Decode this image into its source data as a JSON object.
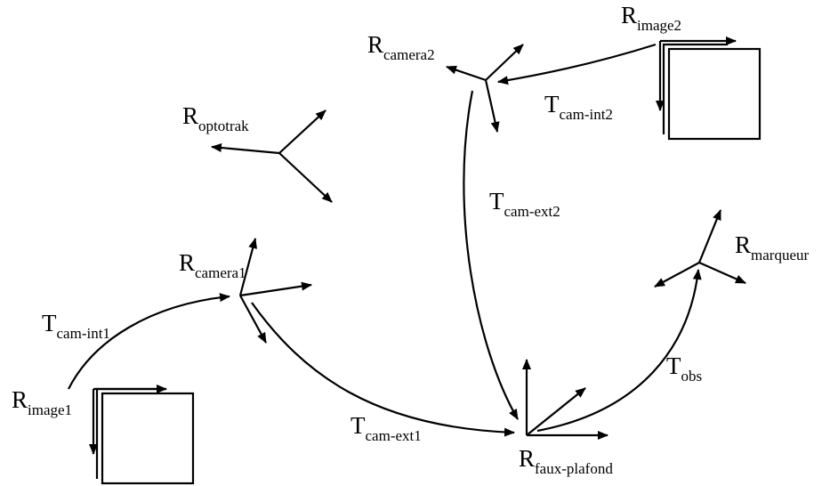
{
  "diagram": {
    "frames": {
      "optotrak": {
        "main": "R",
        "sub": "optotrak"
      },
      "camera1": {
        "main": "R",
        "sub": "camera1"
      },
      "camera2": {
        "main": "R",
        "sub": "camera2"
      },
      "image1": {
        "main": "R",
        "sub": "image1"
      },
      "image2": {
        "main": "R",
        "sub": "image2"
      },
      "marqueur": {
        "main": "R",
        "sub": "marqueur"
      },
      "faux_plafond": {
        "main": "R",
        "sub": "faux-plafond"
      }
    },
    "transforms": {
      "cam_int1": {
        "main": "T",
        "sub": "cam-int1"
      },
      "cam_int2": {
        "main": "T",
        "sub": "cam-int2"
      },
      "cam_ext1": {
        "main": "T",
        "sub": "cam-ext1"
      },
      "cam_ext2": {
        "main": "T",
        "sub": "cam-ext2"
      },
      "obs": {
        "main": "T",
        "sub": "obs"
      }
    }
  }
}
